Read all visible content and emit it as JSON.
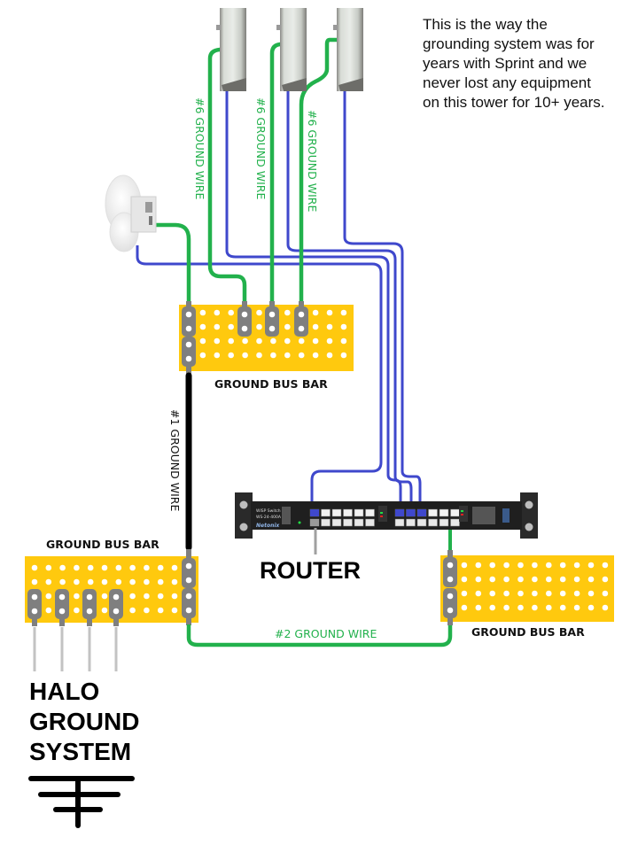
{
  "title": "Tower grounding system diagram",
  "note": {
    "lines": [
      "This is the way the",
      "grounding system was for",
      "years with Sprint and we",
      "never lost any equipment",
      "on this tower for 10+ years."
    ]
  },
  "antennas": {
    "sector_count": 3,
    "dish": "point-to-point dish antenna"
  },
  "wires": {
    "sector_ground_1": "#6 GROUND WIRE",
    "sector_ground_2": "#6 GROUND WIRE",
    "sector_ground_3": "#6 GROUND WIRE",
    "main_ground": "#1 GROUND WIRE",
    "router_ground": "#2 GROUND WIRE"
  },
  "bus_bars": {
    "top": "GROUND BUS BAR",
    "left": "GROUND BUS BAR",
    "right": "GROUND BUS BAR"
  },
  "router": {
    "label": "ROUTER",
    "model_line1": "WISP Switch",
    "model_line2": "WS-24-400A",
    "brand": "Netonix"
  },
  "halo": {
    "lines": [
      "HALO",
      "GROUND",
      "SYSTEM"
    ]
  },
  "colors": {
    "ground_wire": "#22b14c",
    "data_cable": "#3f48cc",
    "bus_bar": "#ffc90e",
    "lug": "#7f7f7f",
    "main_wire": "#000000",
    "halo_wire": "#c3c3c3"
  }
}
